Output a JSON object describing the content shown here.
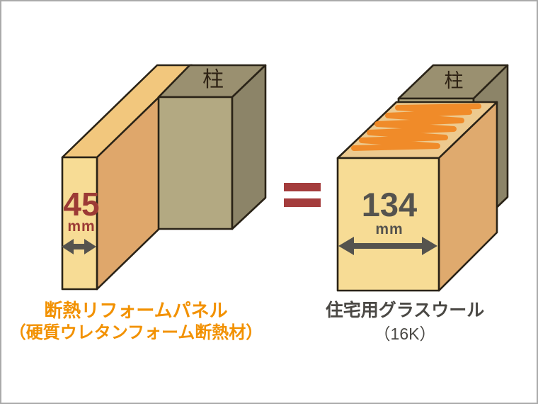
{
  "diagram": {
    "description_hint": "insulation thickness comparison",
    "equals_symbol": "=",
    "pillar_label": "柱",
    "left": {
      "thickness_value": "45",
      "thickness_unit": "mm",
      "caption_line1": "断熱リフォームパネル",
      "caption_line2": "（硬質ウレタンフォーム断熱材）"
    },
    "right": {
      "thickness_value": "134",
      "thickness_unit": "mm",
      "caption_line1": "住宅用グラスウール",
      "caption_line2": "（16K）"
    },
    "colors": {
      "panel_front": "#f7dc95",
      "panel_top": "#f2c77d",
      "panel_side": "#dfa76b",
      "pillar_top": "#9a9070",
      "pillar_front": "#b3a982",
      "pillar_side": "#8c8468",
      "wool_front": "#f7dc95",
      "wool_top": "#edca8f",
      "wool_side": "#dfaa6e",
      "squiggle_orange": "#f08521",
      "outline": "#2a2317",
      "dim_red": "#9c3a35",
      "dim_gray": "#55534e",
      "equals_red": "#a43c3c",
      "caption_orange": "#f29100",
      "caption_dark": "#4a4844"
    }
  }
}
